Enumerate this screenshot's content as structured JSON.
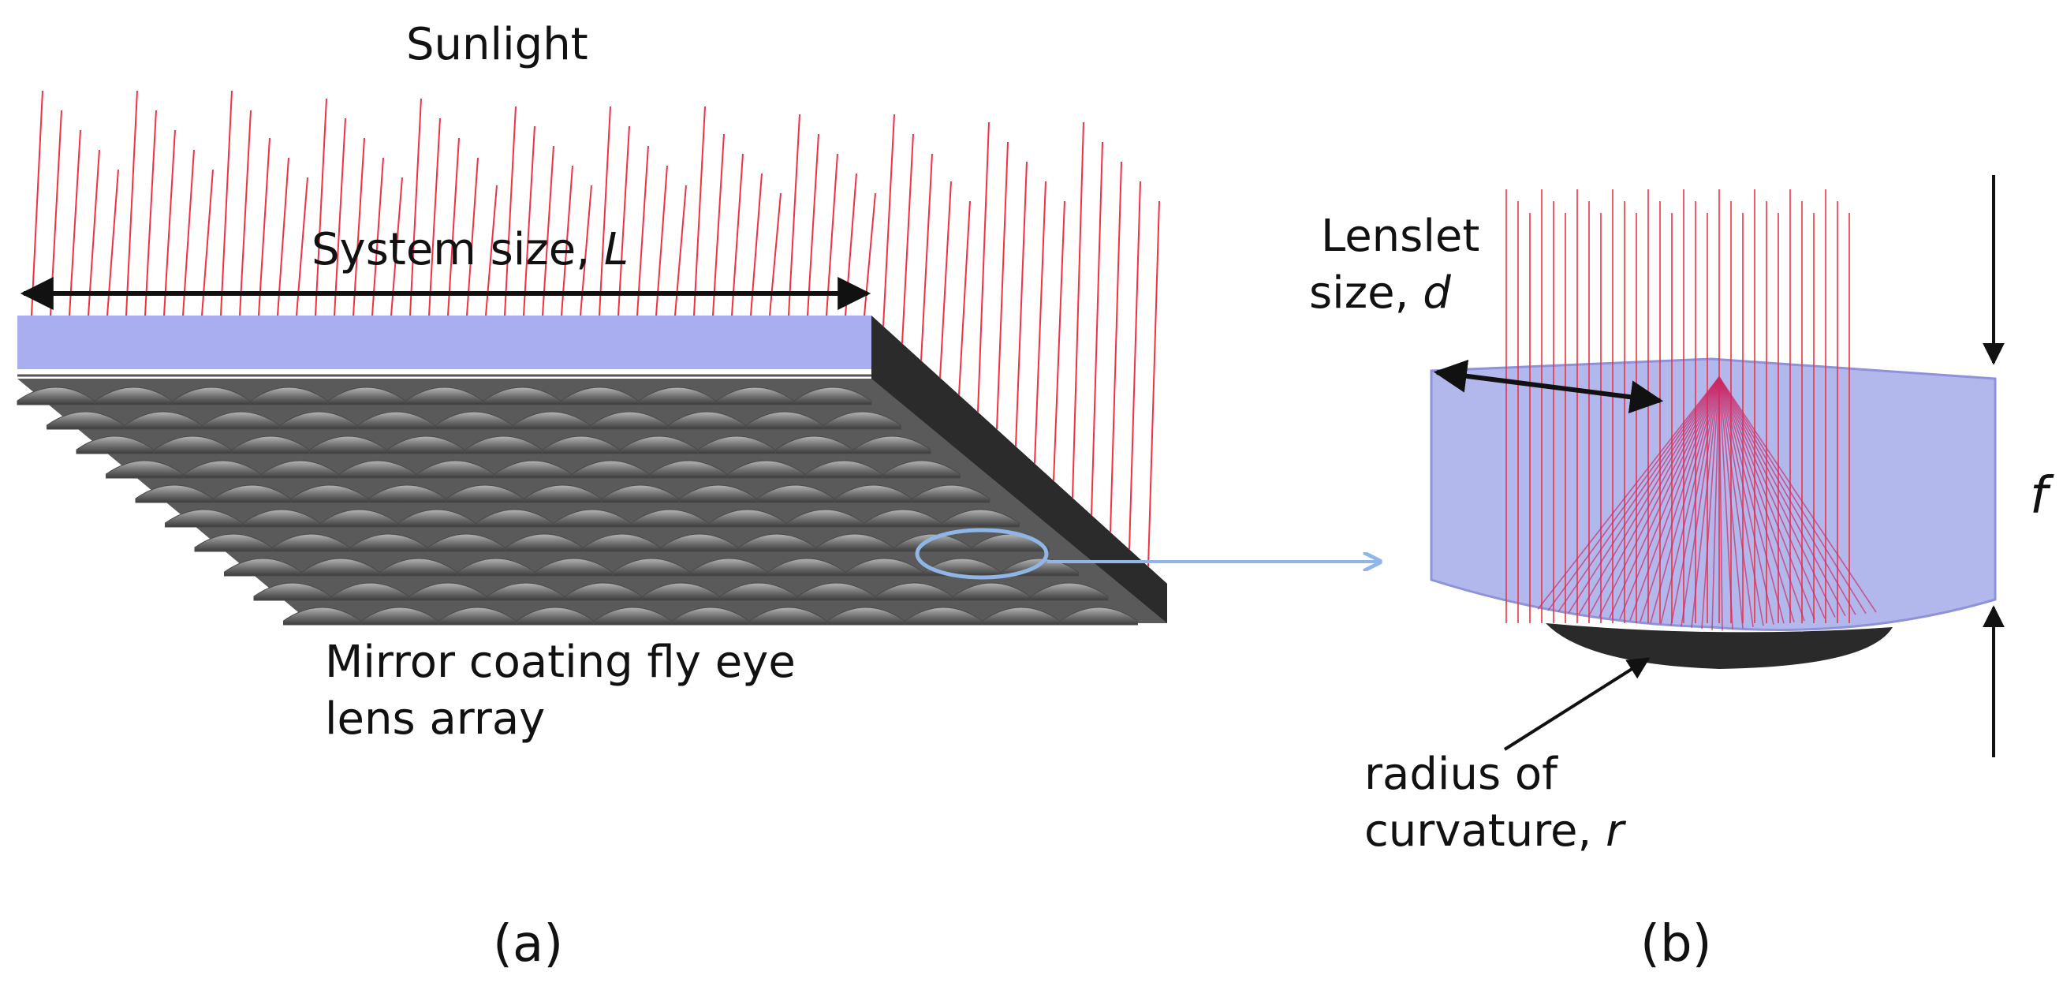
{
  "labels": {
    "sunlight": "Sunlight",
    "system_size": "System size, ",
    "system_size_var": "L",
    "mirror_line1": "Mirror coating fly eye",
    "mirror_line2": "lens array",
    "lenslet_line1": "Lenslet",
    "lenslet_line2": "size, ",
    "lenslet_var": "d",
    "focal_var": "f",
    "radius_line1": "radius of",
    "radius_line2": "curvature, ",
    "radius_var": "r",
    "caption_a": "(a)",
    "caption_b": "(b)"
  },
  "colors": {
    "ray": "#ee3344",
    "glass_top": "#a9aef0",
    "lens_body": "#9aa0e6",
    "edge_dark": "#2a2a2a",
    "lens_tiles": "#7d7d7d",
    "highlight": "#8fb6e6",
    "focus": "#cc2a66"
  }
}
